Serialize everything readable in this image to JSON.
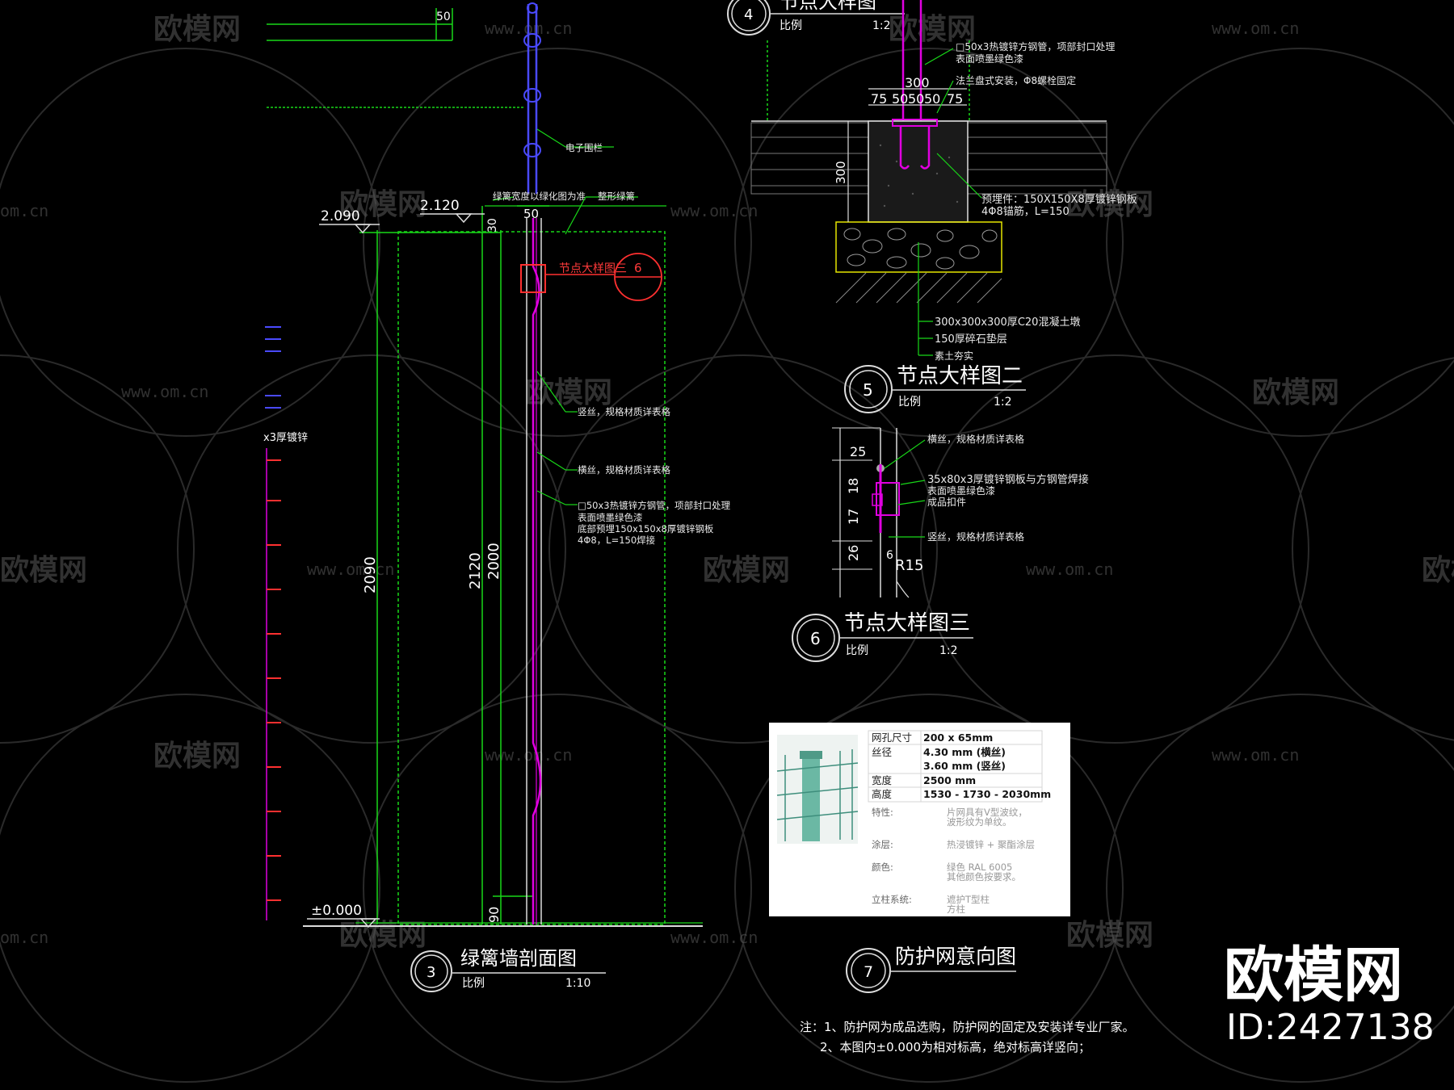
{
  "watermark": {
    "brand": "欧模网",
    "url": "www.om.cn",
    "url_short": "om.cn",
    "corner_brand": "欧模网",
    "corner_id": "ID:2427138"
  },
  "section3": {
    "number": "3",
    "title": "绿篱墙剖面图",
    "scale_label": "比例",
    "scale_value": "1:10",
    "top_dim": "50",
    "post_width_dim": "50",
    "elev_top": "2.090",
    "elev_top2": "2.120",
    "elev_zero": "±0.000",
    "dim_30": "30",
    "dim_2090": "2090",
    "dim_2120": "2120",
    "dim_2000": "2000",
    "dim_90": "90",
    "left_note": "x3厚镀锌",
    "callout_label": "节点大样图三",
    "callout_number": "6",
    "notes": [
      "电子围栏",
      "绿篱宽度以绿化图为准",
      "整形绿篱",
      "竖丝，规格材质详表格",
      "横丝，规格材质详表格",
      "□50x3热镀锌方钢管，项部封口处理",
      "表面喷墨绿色漆",
      "底部预埋150x150x8厚镀锌钢板",
      "4Φ8，L=150焊接"
    ]
  },
  "section4": {
    "number": "4",
    "title": "节点大样图",
    "scale_label": "比例",
    "scale_value": "1:2"
  },
  "section5": {
    "number": "5",
    "title": "节点大样图二",
    "scale_label": "比例",
    "scale_value": "1:2",
    "dims": [
      "300",
      "75",
      "50",
      "50",
      "50",
      "75",
      "300"
    ],
    "notes": [
      "□50x3热镀锌方钢管，项部封口处理",
      "表面喷墨绿色漆",
      "法兰盘式安装，Φ8螺栓固定",
      "预埋件：150X150X8厚镀锌钢板",
      "4Φ8锚筋，L=150",
      "300x300x300厚C20混凝土墩",
      "150厚碎石垫层",
      "素土夯实"
    ]
  },
  "section6": {
    "number": "6",
    "title": "节点大样图三",
    "scale_label": "比例",
    "scale_value": "1:2",
    "dims": [
      "25",
      "18",
      "17",
      "26",
      "6",
      "R15"
    ],
    "notes": [
      "横丝，规格材质详表格",
      "35x80x3厚镀锌钢板与方钢管焊接",
      "表面喷墨绿色漆",
      "成品扣件",
      "竖丝，规格材质详表格"
    ]
  },
  "section7": {
    "number": "7",
    "title": "防护网意向图",
    "spec_rows": [
      {
        "k": "网孔尺寸",
        "v": "200 x 65mm"
      },
      {
        "k": "丝径",
        "v": "4.30 mm (横丝)"
      },
      {
        "k": "",
        "v": "3.60 mm (竖丝)"
      },
      {
        "k": "宽度",
        "v": "2500 mm"
      },
      {
        "k": "高度",
        "v": "1530 - 1730 - 2030mm"
      }
    ],
    "props": [
      {
        "k": "特性:",
        "v1": "片网具有V型波纹，",
        "v2": "波形纹为单纹。"
      },
      {
        "k": "涂层:",
        "v1": "热浸镀锌 + 聚酯涂层",
        "v2": ""
      },
      {
        "k": "颜色:",
        "v1": "绿色 RAL 6005",
        "v2": "其他颜色按要求。"
      },
      {
        "k": "立柱系统:",
        "v1": "遮护T型柱",
        "v2": "方柱"
      }
    ]
  },
  "footnotes": [
    "注：1、防护网为成品选购，防护网的固定及安装详专业厂家。",
    "2、本图内±0.000为相对标高，绝对标高详竖向；"
  ],
  "colors": {
    "background": "#000000",
    "dimension_green": "#18d818",
    "post_magenta": "#e000e0",
    "fence_blue": "#4a4aff",
    "callout_red": "#ff3030",
    "text_white": "#ffffff"
  }
}
